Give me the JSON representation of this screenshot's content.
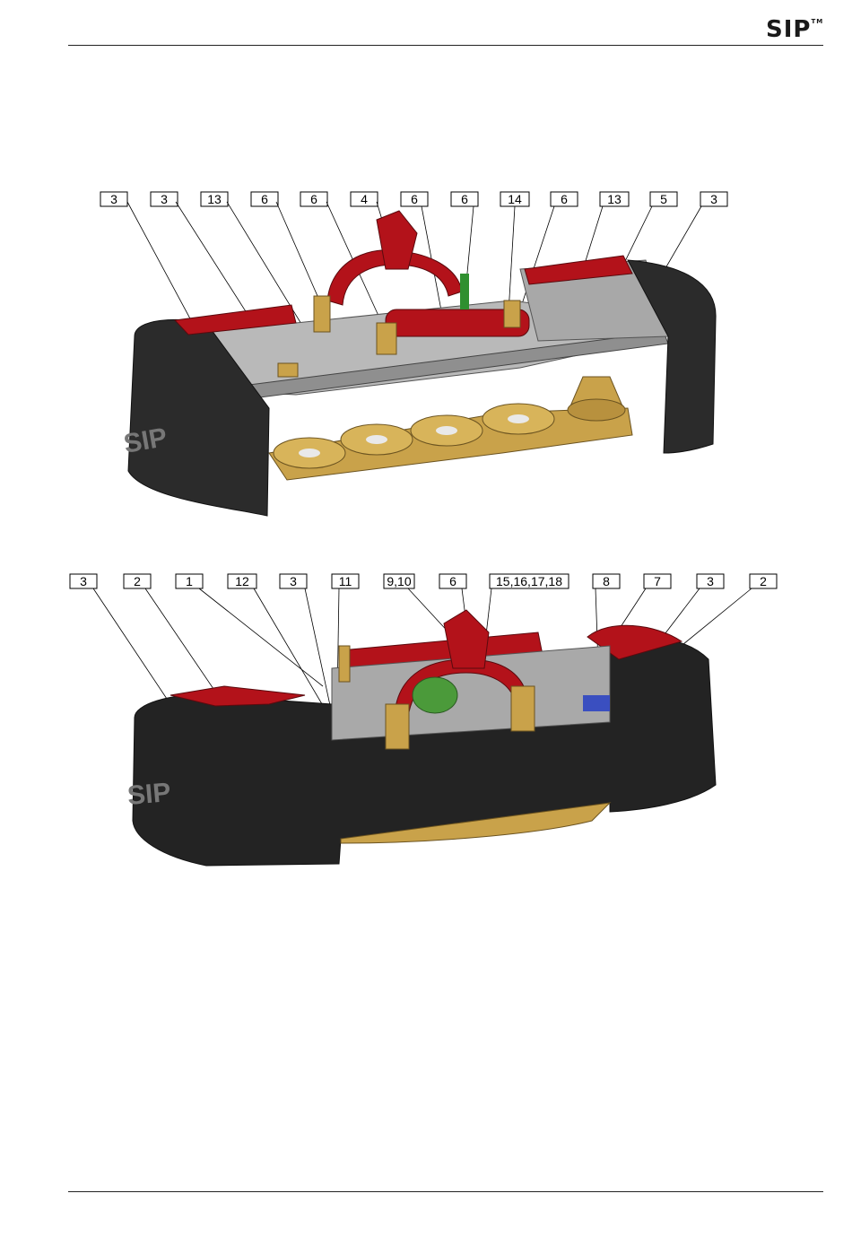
{
  "header": {
    "logo_text": "SIP",
    "logo_tm": "TM"
  },
  "figures": [
    {
      "name": "top-view",
      "callouts": [
        "3",
        "3",
        "13",
        "6",
        "6",
        "4",
        "6",
        "6",
        "14",
        "6",
        "13",
        "5",
        "3"
      ]
    },
    {
      "name": "bottom-view",
      "callouts": [
        "3",
        "2",
        "1",
        "12",
        "3",
        "11",
        "9,10",
        "6",
        "15,16,17,18",
        "8",
        "7",
        "3",
        "2"
      ]
    }
  ],
  "colors": {
    "frame_red": "#b3121a",
    "guard_black": "#2b2b2b",
    "disc_gold": "#c9a24a",
    "frame_grey": "#9a9a9a"
  }
}
